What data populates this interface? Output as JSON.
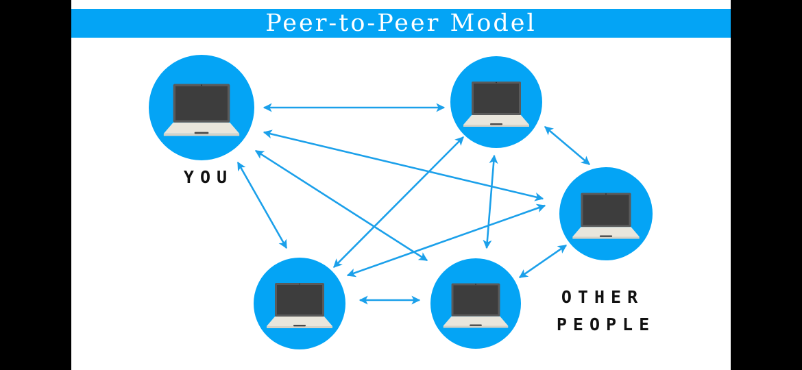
{
  "title": "Peer-to-Peer Model",
  "colors": {
    "accent": "#04a4f5",
    "arrow": "#1ba0ea",
    "screen": "#3d3d3d",
    "screen_bezel": "#5a5a5a",
    "keyboard": "#e9e6dc",
    "trackpad": "#4a4a4a",
    "text": "#111111",
    "background": "#ffffff"
  },
  "labels": {
    "you": "YOU",
    "others_line1": "OTHER",
    "others_line2": "PEOPLE"
  },
  "nodes": [
    {
      "id": "you",
      "icon": "laptop-icon",
      "role": "you"
    },
    {
      "id": "peer-top",
      "icon": "laptop-icon",
      "role": "other"
    },
    {
      "id": "peer-right",
      "icon": "laptop-icon",
      "role": "other"
    },
    {
      "id": "peer-bottom-left",
      "icon": "laptop-icon",
      "role": "other"
    },
    {
      "id": "peer-bottom-middle",
      "icon": "laptop-icon",
      "role": "other"
    }
  ],
  "connections": [
    {
      "from": "you",
      "to": "peer-top",
      "bidirectional": true
    },
    {
      "from": "you",
      "to": "peer-right",
      "bidirectional": true
    },
    {
      "from": "you",
      "to": "peer-bottom-middle",
      "bidirectional": true
    },
    {
      "from": "you",
      "to": "peer-bottom-left",
      "bidirectional": true
    },
    {
      "from": "peer-top",
      "to": "peer-right",
      "bidirectional": true
    },
    {
      "from": "peer-top",
      "to": "peer-bottom-left",
      "bidirectional": true
    },
    {
      "from": "peer-top",
      "to": "peer-bottom-middle",
      "bidirectional": true
    },
    {
      "from": "peer-right",
      "to": "peer-bottom-left",
      "bidirectional": true
    },
    {
      "from": "peer-right",
      "to": "peer-bottom-middle",
      "bidirectional": true
    },
    {
      "from": "peer-bottom-left",
      "to": "peer-bottom-middle",
      "bidirectional": true
    }
  ]
}
